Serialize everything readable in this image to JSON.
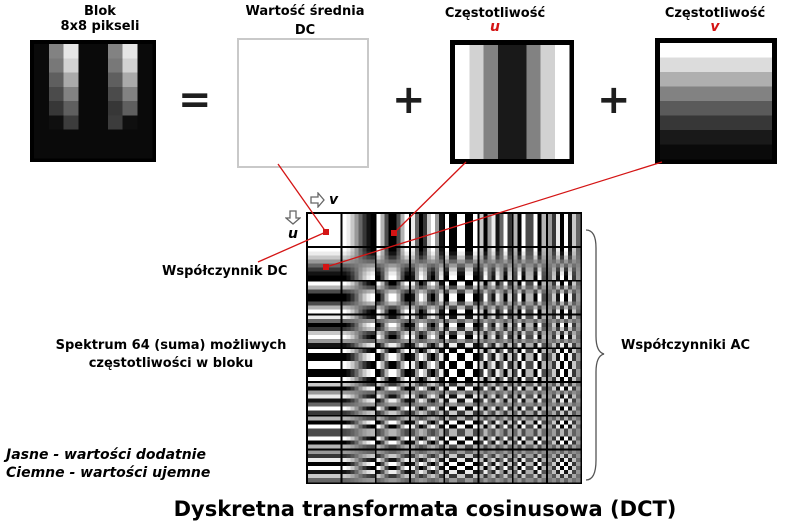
{
  "top": {
    "block_title": "Blok",
    "block_subtitle": "8x8 pikseli",
    "equals": "=",
    "dc_title": "Wartość średnia",
    "dc_subtitle": "DC",
    "plus": "+",
    "freq_u_title": "Częstotliwość",
    "freq_u_symbol": "u",
    "freq_v_title": "Częstotliwość",
    "freq_v_symbol": "v"
  },
  "axes": {
    "v_label": "v",
    "u_label": "u",
    "v_arrow_icon": "arrow-right-icon",
    "u_arrow_icon": "arrow-down-icon"
  },
  "labels": {
    "dc_coefficient": "Współczynnik DC",
    "spectrum_line1": "Spektrum 64 (suma) możliwych",
    "spectrum_line2": "częstotliwości w bloku",
    "ac_coefficients": "Współczynniki AC",
    "legend_light": "Jasne - wartości dodatnie",
    "legend_dark": "Ciemne - wartości ujemne"
  },
  "title": "Dyskretna transformata cosinusowa (DCT)",
  "colors": {
    "marker": "#d41414",
    "connector": "#d41414",
    "text": "#000000",
    "operator": "#1e1e1e"
  }
}
